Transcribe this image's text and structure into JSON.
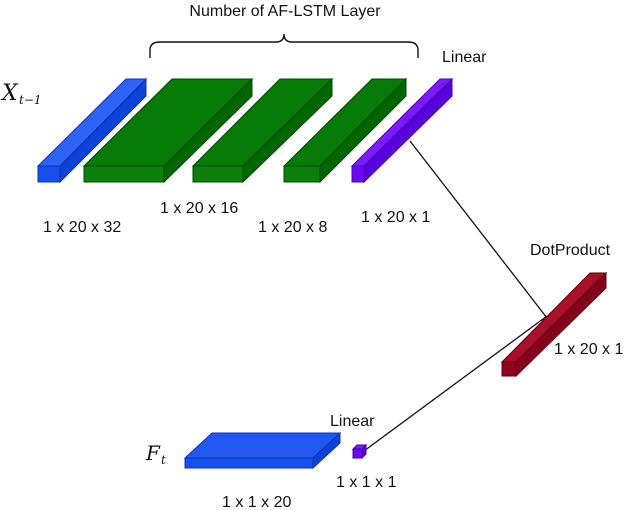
{
  "title": "Number of AF-LSTM Layer",
  "inputs": {
    "x_prev": {
      "symbol": "X",
      "subscript": "t−1"
    },
    "f_t": {
      "symbol": "F",
      "subscript": "t"
    }
  },
  "blocks": [
    {
      "id": "input-x",
      "shape": "1 x 20 x 32",
      "color": "#0f4ff0"
    },
    {
      "id": "af-lstm-1",
      "shape": "1 x 20 x 16",
      "color": "#007a00"
    },
    {
      "id": "af-lstm-2",
      "shape": "",
      "color": "#007a00"
    },
    {
      "id": "af-lstm-3",
      "shape": "1 x 20 x 8",
      "color": "#007a00"
    },
    {
      "id": "linear-top",
      "label": "Linear",
      "shape": "1 x 20 x 1",
      "color": "#6a00f4"
    },
    {
      "id": "dot-product",
      "label": "DotProduct",
      "shape": "1 x 20 x 1",
      "color": "#9a0020"
    },
    {
      "id": "input-f",
      "shape": "1 x 1 x 20",
      "color": "#0f4ff0"
    },
    {
      "id": "linear-bottom",
      "label": "Linear",
      "shape": "1 x 1 x 1",
      "color": "#6a00f4"
    }
  ],
  "labels": {
    "shape_input_x": "1 x 20 x 32",
    "shape_lstm1": "1 x 20 x 16",
    "shape_lstm3": "1 x 20 x 8",
    "shape_linear_top": "1 x 20 x 1",
    "linear_top": "Linear",
    "dot_product": "DotProduct",
    "shape_dot_product": "1 x 20 x 1",
    "linear_bottom": "Linear",
    "shape_linear_bottom": "1 x 1 x 1",
    "shape_input_f": "1 x 1 x 20"
  }
}
